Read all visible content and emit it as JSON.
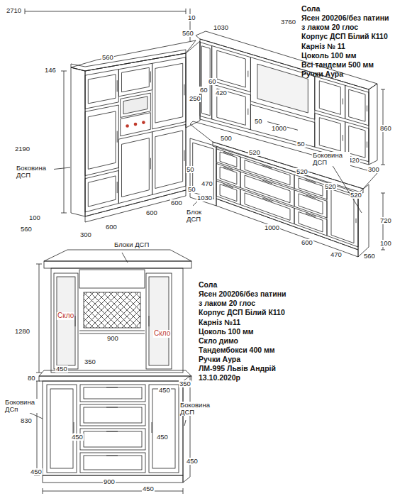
{
  "diagram": {
    "labels": [
      "2710",
      "560",
      "10",
      "560",
      "1030",
      "3760",
      "146",
      "60",
      "60",
      "250",
      "420",
      "600",
      "420",
      "300",
      "860",
      "2190",
      "Боковина ДСП",
      "50",
      "1000",
      "50",
      "500",
      "520",
      "520",
      "Боковина ДСП",
      "520",
      "520",
      "50",
      "470",
      "50",
      "1030",
      "600",
      "600",
      "Блок ДСП",
      "600",
      "100",
      "560",
      "300",
      "1000",
      "600",
      "470",
      "560",
      "720",
      "100",
      "Сола",
      "Ясен 200206/без патини з лаком 20 глос",
      "Корпус ДСП Білий К110",
      "Карніз № 11",
      "Цоколь 100 мм",
      "Всі тандеми 500 мм",
      "Ручки Аура",
      "Блоки ДСП",
      "1280",
      "Скло",
      "900",
      "Скло",
      "350",
      "450",
      "80",
      "350",
      "450",
      "Боковина ДСп",
      "830",
      "Боковина ДСП",
      "450",
      "450",
      "450",
      "450",
      "900",
      "450",
      "Сола",
      "Ясен 200206/без патини з лаком 20 глос",
      "Корпус ДСП Білий К110",
      "Карніз №11",
      "Цоколь 100 мм",
      "Скло димо",
      "Тандембокси 400 мм",
      "Ручки Аура",
      "ЛМ-995 Львів Андрій 13.10.2020р"
    ]
  }
}
